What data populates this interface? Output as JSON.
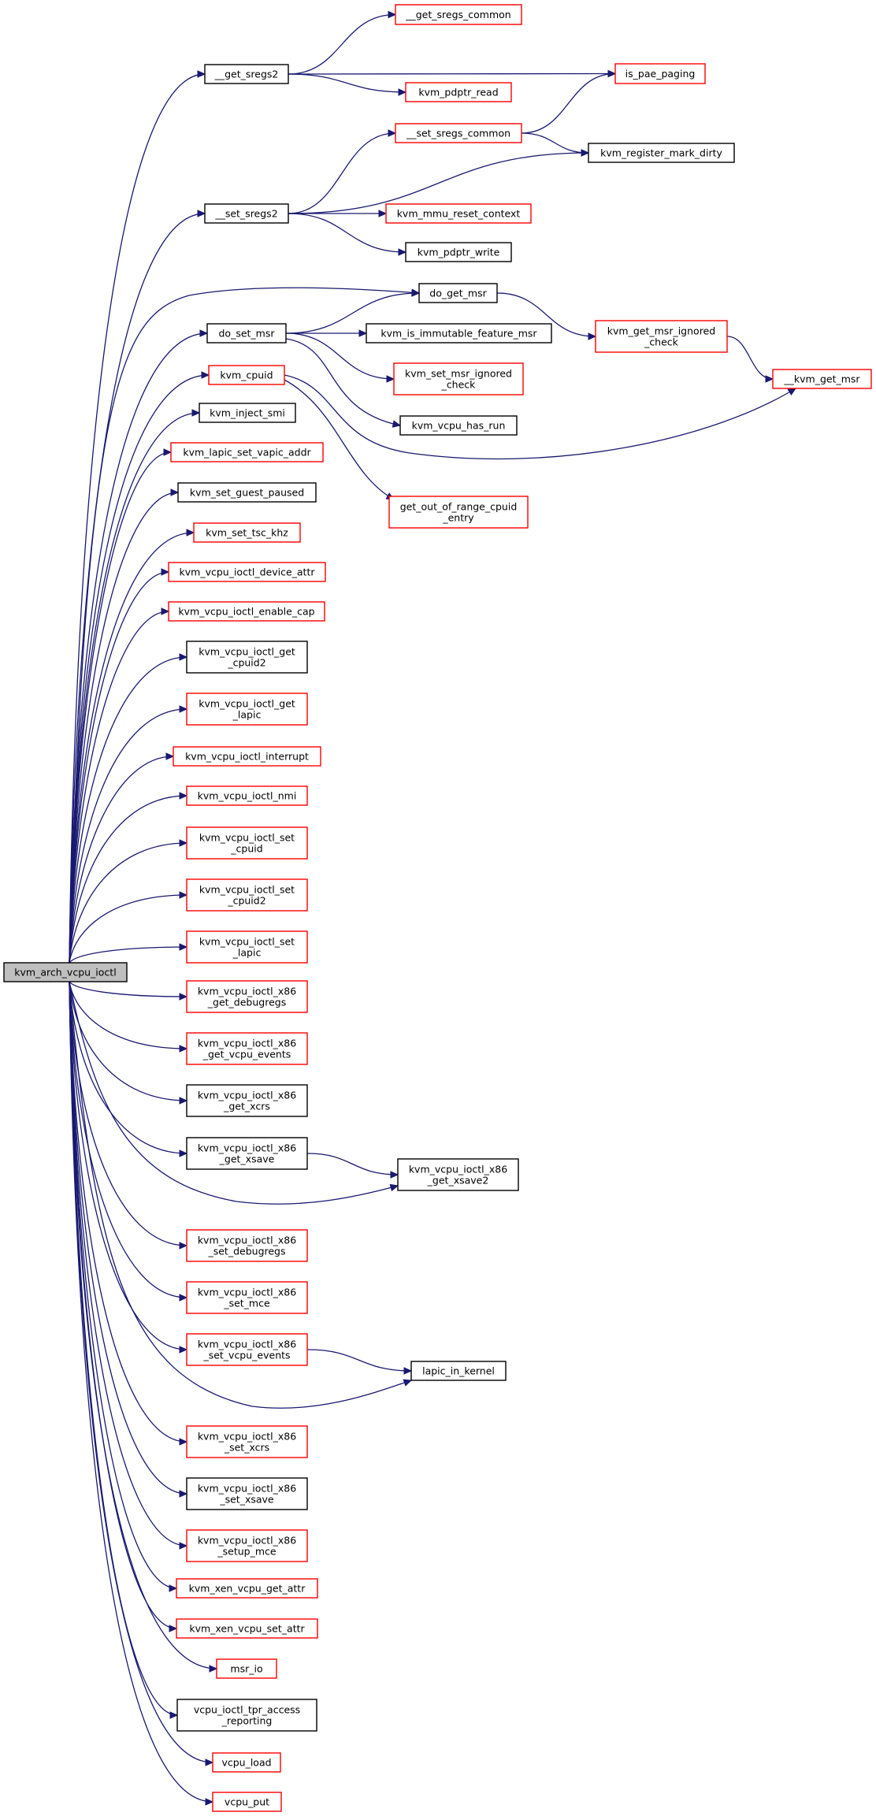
{
  "colors": {
    "edge": "#191970",
    "border_link": "#ff0000",
    "border_plain": "#000000",
    "root_fill": "#bfbfbf",
    "node_fill": "#ffffff"
  },
  "nodes": [
    {
      "id": "root",
      "lines": [
        "kvm_arch_vcpu_ioctl"
      ],
      "kind": "root"
    },
    {
      "id": "get_sregs_common",
      "lines": [
        "__get_sregs_common"
      ],
      "kind": "link"
    },
    {
      "id": "get_sregs2",
      "lines": [
        "__get_sregs2"
      ],
      "kind": "plain"
    },
    {
      "id": "is_pae_paging",
      "lines": [
        "is_pae_paging"
      ],
      "kind": "link"
    },
    {
      "id": "kvm_pdptr_read",
      "lines": [
        "kvm_pdptr_read"
      ],
      "kind": "link"
    },
    {
      "id": "set_sregs_common",
      "lines": [
        "__set_sregs_common"
      ],
      "kind": "link"
    },
    {
      "id": "kvm_register_mark_dirty",
      "lines": [
        "kvm_register_mark_dirty"
      ],
      "kind": "plain"
    },
    {
      "id": "set_sregs2",
      "lines": [
        "__set_sregs2"
      ],
      "kind": "plain"
    },
    {
      "id": "kvm_mmu_reset_context",
      "lines": [
        "kvm_mmu_reset_context"
      ],
      "kind": "link"
    },
    {
      "id": "kvm_pdptr_write",
      "lines": [
        "kvm_pdptr_write"
      ],
      "kind": "plain"
    },
    {
      "id": "do_get_msr",
      "lines": [
        "do_get_msr"
      ],
      "kind": "plain"
    },
    {
      "id": "do_set_msr",
      "lines": [
        "do_set_msr"
      ],
      "kind": "plain"
    },
    {
      "id": "kvm_is_immutable_feature_msr",
      "lines": [
        "kvm_is_immutable_feature_msr"
      ],
      "kind": "plain"
    },
    {
      "id": "kvm_get_msr_ignored_check",
      "lines": [
        "kvm_get_msr_ignored",
        "_check"
      ],
      "kind": "link"
    },
    {
      "id": "kvm_set_msr_ignored_check",
      "lines": [
        "kvm_set_msr_ignored",
        "_check"
      ],
      "kind": "link"
    },
    {
      "id": "kvm_get_msr",
      "lines": [
        "__kvm_get_msr"
      ],
      "kind": "link"
    },
    {
      "id": "kvm_cpuid",
      "lines": [
        "kvm_cpuid"
      ],
      "kind": "link"
    },
    {
      "id": "kvm_vcpu_has_run",
      "lines": [
        "kvm_vcpu_has_run"
      ],
      "kind": "plain"
    },
    {
      "id": "kvm_inject_smi",
      "lines": [
        "kvm_inject_smi"
      ],
      "kind": "plain"
    },
    {
      "id": "get_out_of_range_cpuid_entry",
      "lines": [
        "get_out_of_range_cpuid",
        "_entry"
      ],
      "kind": "link"
    },
    {
      "id": "kvm_lapic_set_vapic_addr",
      "lines": [
        "kvm_lapic_set_vapic_addr"
      ],
      "kind": "link"
    },
    {
      "id": "kvm_set_guest_paused",
      "lines": [
        "kvm_set_guest_paused"
      ],
      "kind": "plain"
    },
    {
      "id": "kvm_set_tsc_khz",
      "lines": [
        "kvm_set_tsc_khz"
      ],
      "kind": "link"
    },
    {
      "id": "kvm_vcpu_ioctl_device_attr",
      "lines": [
        "kvm_vcpu_ioctl_device_attr"
      ],
      "kind": "link"
    },
    {
      "id": "kvm_vcpu_ioctl_enable_cap",
      "lines": [
        "kvm_vcpu_ioctl_enable_cap"
      ],
      "kind": "link"
    },
    {
      "id": "kvm_vcpu_ioctl_get_cpuid2",
      "lines": [
        "kvm_vcpu_ioctl_get",
        "_cpuid2"
      ],
      "kind": "plain"
    },
    {
      "id": "kvm_vcpu_ioctl_get_lapic",
      "lines": [
        "kvm_vcpu_ioctl_get",
        "_lapic"
      ],
      "kind": "link"
    },
    {
      "id": "kvm_vcpu_ioctl_interrupt",
      "lines": [
        "kvm_vcpu_ioctl_interrupt"
      ],
      "kind": "link"
    },
    {
      "id": "kvm_vcpu_ioctl_nmi",
      "lines": [
        "kvm_vcpu_ioctl_nmi"
      ],
      "kind": "link"
    },
    {
      "id": "kvm_vcpu_ioctl_set_cpuid",
      "lines": [
        "kvm_vcpu_ioctl_set",
        "_cpuid"
      ],
      "kind": "link"
    },
    {
      "id": "kvm_vcpu_ioctl_set_cpuid2",
      "lines": [
        "kvm_vcpu_ioctl_set",
        "_cpuid2"
      ],
      "kind": "link"
    },
    {
      "id": "kvm_vcpu_ioctl_set_lapic",
      "lines": [
        "kvm_vcpu_ioctl_set",
        "_lapic"
      ],
      "kind": "link"
    },
    {
      "id": "kvm_vcpu_ioctl_x86_get_debugregs",
      "lines": [
        "kvm_vcpu_ioctl_x86",
        "_get_debugregs"
      ],
      "kind": "link"
    },
    {
      "id": "kvm_vcpu_ioctl_x86_get_vcpu_events",
      "lines": [
        "kvm_vcpu_ioctl_x86",
        "_get_vcpu_events"
      ],
      "kind": "link"
    },
    {
      "id": "kvm_vcpu_ioctl_x86_get_xcrs",
      "lines": [
        "kvm_vcpu_ioctl_x86",
        "_get_xcrs"
      ],
      "kind": "plain"
    },
    {
      "id": "kvm_vcpu_ioctl_x86_get_xsave",
      "lines": [
        "kvm_vcpu_ioctl_x86",
        "_get_xsave"
      ],
      "kind": "plain"
    },
    {
      "id": "kvm_vcpu_ioctl_x86_get_xsave2",
      "lines": [
        "kvm_vcpu_ioctl_x86",
        "_get_xsave2"
      ],
      "kind": "plain"
    },
    {
      "id": "kvm_vcpu_ioctl_x86_set_debugregs",
      "lines": [
        "kvm_vcpu_ioctl_x86",
        "_set_debugregs"
      ],
      "kind": "link"
    },
    {
      "id": "kvm_vcpu_ioctl_x86_set_mce",
      "lines": [
        "kvm_vcpu_ioctl_x86",
        "_set_mce"
      ],
      "kind": "link"
    },
    {
      "id": "kvm_vcpu_ioctl_x86_set_vcpu_events",
      "lines": [
        "kvm_vcpu_ioctl_x86",
        "_set_vcpu_events"
      ],
      "kind": "link"
    },
    {
      "id": "lapic_in_kernel",
      "lines": [
        "lapic_in_kernel"
      ],
      "kind": "plain"
    },
    {
      "id": "kvm_vcpu_ioctl_x86_set_xcrs",
      "lines": [
        "kvm_vcpu_ioctl_x86",
        "_set_xcrs"
      ],
      "kind": "link"
    },
    {
      "id": "kvm_vcpu_ioctl_x86_set_xsave",
      "lines": [
        "kvm_vcpu_ioctl_x86",
        "_set_xsave"
      ],
      "kind": "plain"
    },
    {
      "id": "kvm_vcpu_ioctl_x86_setup_mce",
      "lines": [
        "kvm_vcpu_ioctl_x86",
        "_setup_mce"
      ],
      "kind": "link"
    },
    {
      "id": "kvm_xen_vcpu_get_attr",
      "lines": [
        "kvm_xen_vcpu_get_attr"
      ],
      "kind": "link"
    },
    {
      "id": "kvm_xen_vcpu_set_attr",
      "lines": [
        "kvm_xen_vcpu_set_attr"
      ],
      "kind": "link"
    },
    {
      "id": "msr_io",
      "lines": [
        "msr_io"
      ],
      "kind": "link"
    },
    {
      "id": "vcpu_ioctl_tpr_access_reporting",
      "lines": [
        "vcpu_ioctl_tpr_access",
        "_reporting"
      ],
      "kind": "plain"
    },
    {
      "id": "vcpu_load",
      "lines": [
        "vcpu_load"
      ],
      "kind": "link"
    },
    {
      "id": "vcpu_put",
      "lines": [
        "vcpu_put"
      ],
      "kind": "link"
    }
  ],
  "edges": [
    [
      "root",
      "get_sregs2"
    ],
    [
      "root",
      "set_sregs2"
    ],
    [
      "root",
      "do_get_msr"
    ],
    [
      "root",
      "do_set_msr"
    ],
    [
      "root",
      "kvm_cpuid"
    ],
    [
      "root",
      "kvm_inject_smi"
    ],
    [
      "root",
      "kvm_lapic_set_vapic_addr"
    ],
    [
      "root",
      "kvm_set_guest_paused"
    ],
    [
      "root",
      "kvm_set_tsc_khz"
    ],
    [
      "root",
      "kvm_vcpu_ioctl_device_attr"
    ],
    [
      "root",
      "kvm_vcpu_ioctl_enable_cap"
    ],
    [
      "root",
      "kvm_vcpu_ioctl_get_cpuid2"
    ],
    [
      "root",
      "kvm_vcpu_ioctl_get_lapic"
    ],
    [
      "root",
      "kvm_vcpu_ioctl_interrupt"
    ],
    [
      "root",
      "kvm_vcpu_ioctl_nmi"
    ],
    [
      "root",
      "kvm_vcpu_ioctl_set_cpuid"
    ],
    [
      "root",
      "kvm_vcpu_ioctl_set_cpuid2"
    ],
    [
      "root",
      "kvm_vcpu_ioctl_set_lapic"
    ],
    [
      "root",
      "kvm_vcpu_ioctl_x86_get_debugregs"
    ],
    [
      "root",
      "kvm_vcpu_ioctl_x86_get_vcpu_events"
    ],
    [
      "root",
      "kvm_vcpu_ioctl_x86_get_xcrs"
    ],
    [
      "root",
      "kvm_vcpu_ioctl_x86_get_xsave"
    ],
    [
      "root",
      "kvm_vcpu_ioctl_x86_get_xsave2"
    ],
    [
      "root",
      "kvm_vcpu_ioctl_x86_set_debugregs"
    ],
    [
      "root",
      "kvm_vcpu_ioctl_x86_set_mce"
    ],
    [
      "root",
      "kvm_vcpu_ioctl_x86_set_vcpu_events"
    ],
    [
      "root",
      "lapic_in_kernel"
    ],
    [
      "root",
      "kvm_vcpu_ioctl_x86_set_xcrs"
    ],
    [
      "root",
      "kvm_vcpu_ioctl_x86_set_xsave"
    ],
    [
      "root",
      "kvm_vcpu_ioctl_x86_setup_mce"
    ],
    [
      "root",
      "kvm_xen_vcpu_get_attr"
    ],
    [
      "root",
      "kvm_xen_vcpu_set_attr"
    ],
    [
      "root",
      "msr_io"
    ],
    [
      "root",
      "vcpu_ioctl_tpr_access_reporting"
    ],
    [
      "root",
      "vcpu_load"
    ],
    [
      "root",
      "vcpu_put"
    ],
    [
      "get_sregs2",
      "get_sregs_common"
    ],
    [
      "get_sregs2",
      "is_pae_paging"
    ],
    [
      "get_sregs2",
      "kvm_pdptr_read"
    ],
    [
      "set_sregs_common",
      "is_pae_paging"
    ],
    [
      "set_sregs_common",
      "kvm_register_mark_dirty"
    ],
    [
      "set_sregs2",
      "set_sregs_common"
    ],
    [
      "set_sregs2",
      "kvm_register_mark_dirty"
    ],
    [
      "set_sregs2",
      "kvm_mmu_reset_context"
    ],
    [
      "set_sregs2",
      "kvm_pdptr_write"
    ],
    [
      "do_get_msr",
      "kvm_get_msr_ignored_check"
    ],
    [
      "kvm_get_msr_ignored_check",
      "kvm_get_msr"
    ],
    [
      "do_set_msr",
      "do_get_msr"
    ],
    [
      "do_set_msr",
      "kvm_is_immutable_feature_msr"
    ],
    [
      "do_set_msr",
      "kvm_set_msr_ignored_check"
    ],
    [
      "do_set_msr",
      "kvm_vcpu_has_run"
    ],
    [
      "kvm_cpuid",
      "kvm_get_msr"
    ],
    [
      "kvm_cpuid",
      "get_out_of_range_cpuid_entry"
    ],
    [
      "kvm_vcpu_ioctl_x86_get_xsave",
      "kvm_vcpu_ioctl_x86_get_xsave2"
    ],
    [
      "kvm_vcpu_ioctl_x86_set_vcpu_events",
      "lapic_in_kernel"
    ]
  ]
}
